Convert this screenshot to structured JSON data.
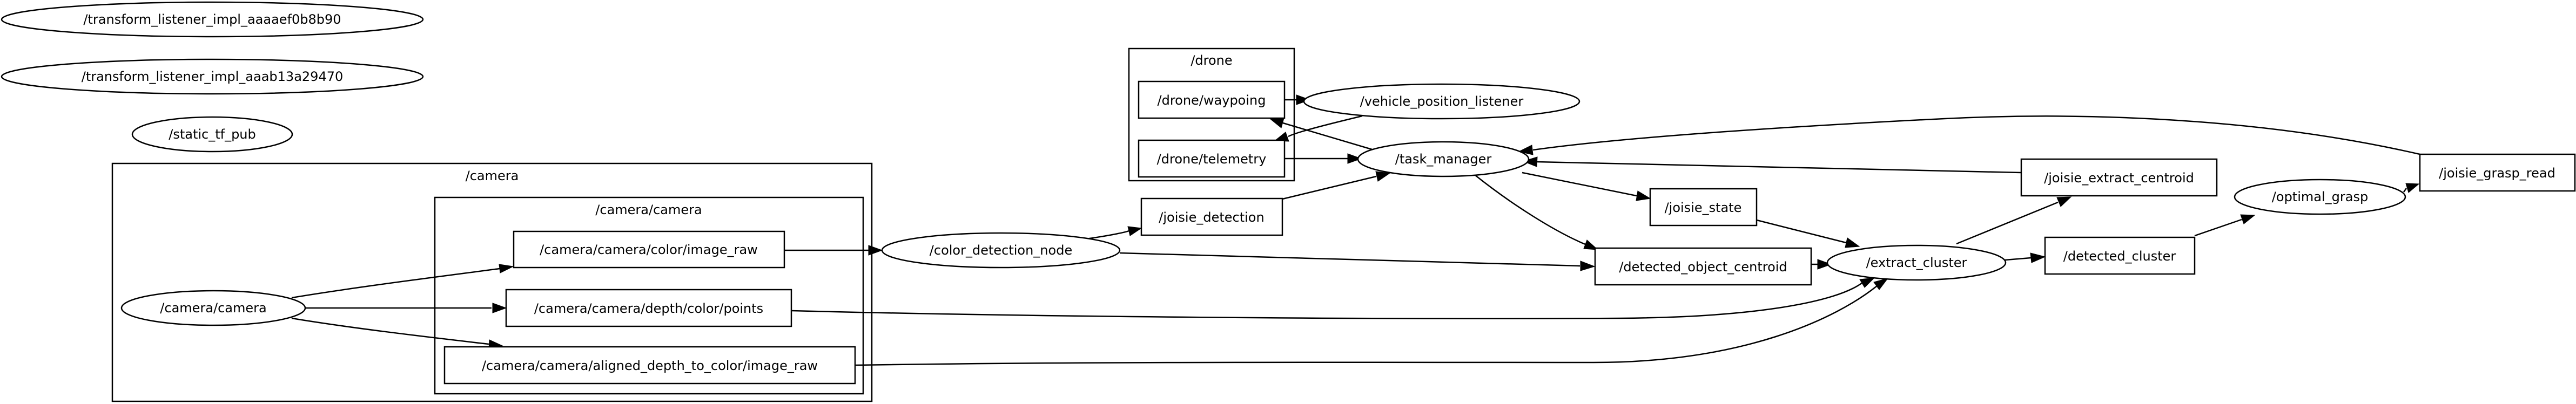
{
  "clusters": {
    "drone": "/drone",
    "camera": "/camera",
    "camera_camera": "/camera/camera"
  },
  "nodes": {
    "tl_aaaaef": "/transform_listener_impl_aaaaef0b8b90",
    "tl_aaab13": "/transform_listener_impl_aaab13a29470",
    "static_tf_pub": "/static_tf_pub",
    "camera_node": "/camera/camera",
    "color_image_raw": "/camera/camera/color/image_raw",
    "depth_points": "/camera/camera/depth/color/points",
    "aligned_depth": "/camera/camera/aligned_depth_to_color/image_raw",
    "color_detection_node": "/color_detection_node",
    "joisie_detection": "/joisie_detection",
    "drone_waypoing": "/drone/waypoing",
    "drone_telemetry": "/drone/telemetry",
    "vehicle_position_listener": "/vehicle_position_listener",
    "task_manager": "/task_manager",
    "joisie_state": "/joisie_state",
    "detected_object_centroid": "/detected_object_centroid",
    "extract_cluster": "/extract_cluster",
    "joisie_extract_centroid": "/joisie_extract_centroid",
    "detected_cluster": "/detected_cluster",
    "optimal_grasp": "/optimal_grasp",
    "joisie_grasp_read": "/joisie_grasp_read"
  }
}
